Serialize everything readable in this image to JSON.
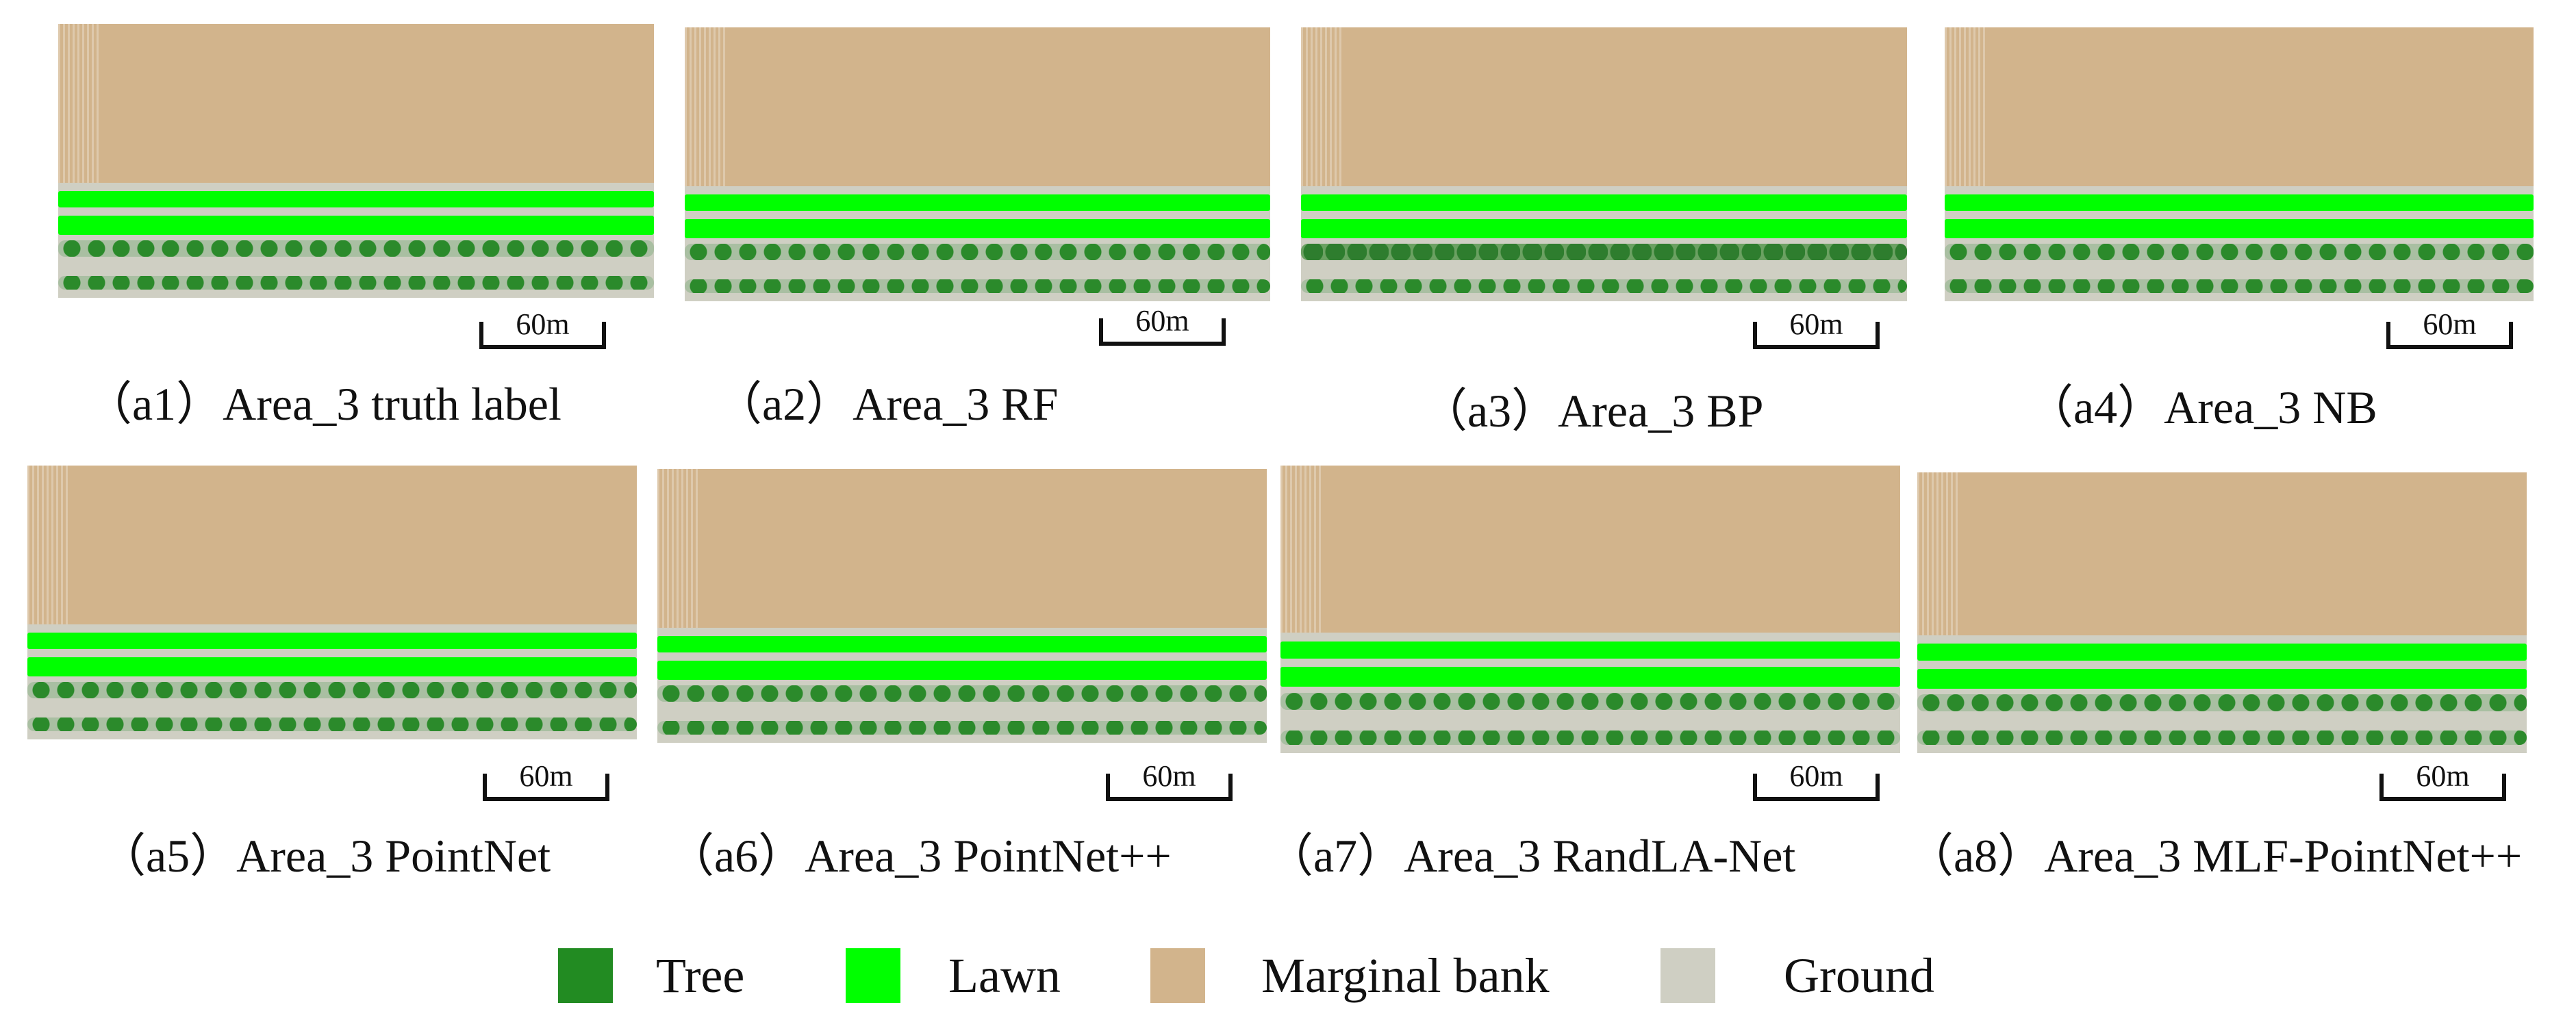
{
  "colors": {
    "tree": "#228b22",
    "lawn": "#00ff00",
    "marginal_bank": "#d2b48c",
    "ground": "#cfcfc3"
  },
  "scale_label": "60m",
  "panels": [
    {
      "id": "a1",
      "caption": "（a1）Area_3 truth label"
    },
    {
      "id": "a2",
      "caption": "（a2）Area_3 RF"
    },
    {
      "id": "a3",
      "caption": "（a3）Area_3 BP"
    },
    {
      "id": "a4",
      "caption": "（a4）Area_3 NB"
    },
    {
      "id": "a5",
      "caption": "（a5）Area_3 PointNet"
    },
    {
      "id": "a6",
      "caption": "（a6）Area_3 PointNet++"
    },
    {
      "id": "a7",
      "caption": "（a7）Area_3 RandLA-Net"
    },
    {
      "id": "a8",
      "caption": "（a8）Area_3 MLF-PointNet++"
    }
  ],
  "legend": [
    {
      "label": "Tree",
      "color": "#228b22"
    },
    {
      "label": "Lawn",
      "color": "#00ff00"
    },
    {
      "label": "Marginal bank",
      "color": "#d2b48c"
    },
    {
      "label": "Ground",
      "color": "#cfcfc3"
    }
  ]
}
